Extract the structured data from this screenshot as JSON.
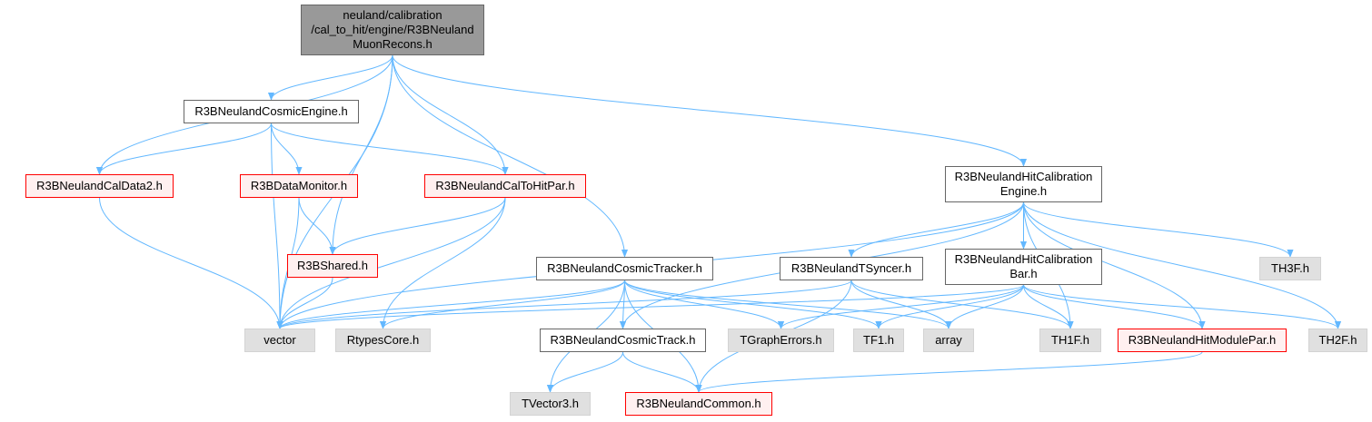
{
  "colors": {
    "edge": "#63b8ff",
    "root_fill": "#999999",
    "red_border": "#ff0000",
    "red_fill": "#fff0f0",
    "gray_fill": "#e0e0e0",
    "gray_border": "#d3d3d3",
    "plain_border": "#666666"
  },
  "nodes": {
    "root": {
      "style": "root",
      "lines": [
        "neuland/calibration",
        "/cal_to_hit/engine/R3BNeuland",
        "MuonRecons.h"
      ]
    },
    "engine": {
      "style": "plain",
      "lines": [
        "R3BNeulandCosmicEngine.h"
      ]
    },
    "caldata2": {
      "style": "red",
      "lines": [
        "R3BNeulandCalData2.h"
      ]
    },
    "datamon": {
      "style": "red",
      "lines": [
        "R3BDataMonitor.h"
      ]
    },
    "caltohit": {
      "style": "red",
      "lines": [
        "R3BNeulandCalToHitPar.h"
      ]
    },
    "shared": {
      "style": "red",
      "lines": [
        "R3BShared.h"
      ]
    },
    "hitcaleng": {
      "style": "plain",
      "lines": [
        "R3BNeulandHitCalibration",
        "Engine.h"
      ]
    },
    "tracker": {
      "style": "plain",
      "lines": [
        "R3BNeulandCosmicTracker.h"
      ]
    },
    "tsyncer": {
      "style": "plain",
      "lines": [
        "R3BNeulandTSyncer.h"
      ]
    },
    "hitcalbar": {
      "style": "plain",
      "lines": [
        "R3BNeulandHitCalibration",
        "Bar.h"
      ]
    },
    "th3f": {
      "style": "gray",
      "lines": [
        "TH3F.h"
      ]
    },
    "vector": {
      "style": "gray",
      "lines": [
        "vector"
      ]
    },
    "rtypes": {
      "style": "gray",
      "lines": [
        "RtypesCore.h"
      ]
    },
    "track": {
      "style": "plain",
      "lines": [
        "R3BNeulandCosmicTrack.h"
      ]
    },
    "tgraph": {
      "style": "gray",
      "lines": [
        "TGraphErrors.h"
      ]
    },
    "tf1": {
      "style": "gray",
      "lines": [
        "TF1.h"
      ]
    },
    "array": {
      "style": "gray",
      "lines": [
        "array"
      ]
    },
    "th1f": {
      "style": "gray",
      "lines": [
        "TH1F.h"
      ]
    },
    "modpar": {
      "style": "red",
      "lines": [
        "R3BNeulandHitModulePar.h"
      ]
    },
    "th2f": {
      "style": "gray",
      "lines": [
        "TH2F.h"
      ]
    },
    "tvector3": {
      "style": "gray",
      "lines": [
        "TVector3.h"
      ]
    },
    "common": {
      "style": "red",
      "lines": [
        "R3BNeulandCommon.h"
      ]
    }
  },
  "edges": [
    [
      "root",
      "vector"
    ],
    [
      "root",
      "caldata2"
    ],
    [
      "root",
      "engine"
    ],
    [
      "root",
      "shared"
    ],
    [
      "root",
      "caltohit"
    ],
    [
      "root",
      "tracker"
    ],
    [
      "root",
      "hitcaleng"
    ],
    [
      "engine",
      "caldata2"
    ],
    [
      "engine",
      "vector"
    ],
    [
      "engine",
      "datamon"
    ],
    [
      "engine",
      "caltohit"
    ],
    [
      "caldata2",
      "vector"
    ],
    [
      "datamon",
      "vector"
    ],
    [
      "datamon",
      "shared"
    ],
    [
      "caltohit",
      "shared"
    ],
    [
      "caltohit",
      "vector"
    ],
    [
      "caltohit",
      "rtypes"
    ],
    [
      "shared",
      "vector"
    ],
    [
      "hitcaleng",
      "vector"
    ],
    [
      "hitcaleng",
      "track"
    ],
    [
      "hitcaleng",
      "tsyncer"
    ],
    [
      "hitcaleng",
      "hitcalbar"
    ],
    [
      "hitcaleng",
      "th1f"
    ],
    [
      "hitcaleng",
      "modpar"
    ],
    [
      "hitcaleng",
      "th3f"
    ],
    [
      "hitcaleng",
      "th2f"
    ],
    [
      "tracker",
      "vector"
    ],
    [
      "tracker",
      "rtypes"
    ],
    [
      "tracker",
      "tvector3"
    ],
    [
      "tracker",
      "common"
    ],
    [
      "tracker",
      "track"
    ],
    [
      "tracker",
      "tgraph"
    ],
    [
      "tracker",
      "tf1"
    ],
    [
      "tracker",
      "array"
    ],
    [
      "tsyncer",
      "vector"
    ],
    [
      "tsyncer",
      "array"
    ],
    [
      "tsyncer",
      "th1f"
    ],
    [
      "tsyncer",
      "common"
    ],
    [
      "hitcalbar",
      "vector"
    ],
    [
      "hitcalbar",
      "tgraph"
    ],
    [
      "hitcalbar",
      "tf1"
    ],
    [
      "hitcalbar",
      "array"
    ],
    [
      "hitcalbar",
      "th1f"
    ],
    [
      "hitcalbar",
      "modpar"
    ],
    [
      "hitcalbar",
      "th2f"
    ],
    [
      "track",
      "tvector3"
    ],
    [
      "track",
      "common"
    ],
    [
      "modpar",
      "common"
    ]
  ]
}
